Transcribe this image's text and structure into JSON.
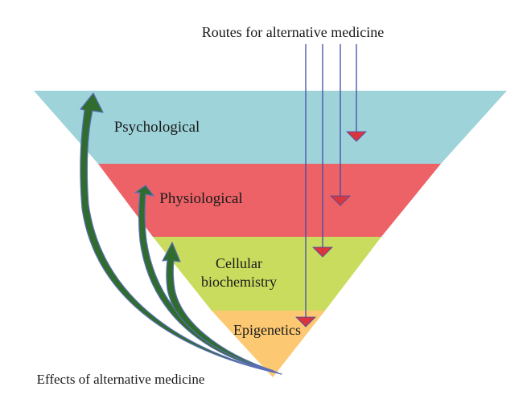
{
  "title_top": "Routes for alternative medicine",
  "title_bottom": "Effects of alternative medicine",
  "layers": [
    {
      "label": "Psychological",
      "color": "#9dd3d9"
    },
    {
      "label": "Physiological",
      "color": "#ec6266"
    },
    {
      "label_line1": "Cellular",
      "label_line2": "biochemistry",
      "color": "#cadc5e"
    },
    {
      "label": "Epigenetics",
      "color": "#fcc871"
    }
  ],
  "colors": {
    "route_line": "#3f4ea8",
    "route_arrowhead": "#d8353f",
    "effect_arrow_fill": "#2f6c2e",
    "effect_arrow_stroke": "#5b6fb5"
  }
}
